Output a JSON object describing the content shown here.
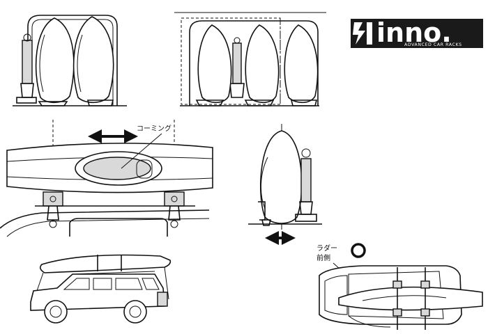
{
  "brand": {
    "name": "inno.",
    "tagline": "ADVANCED CAR RACKS"
  },
  "labels": {
    "coaming": "コーミング",
    "ladder": "ラダー",
    "front_side": "前側"
  },
  "colors": {
    "line": "#111111",
    "logo_bg": "#1a1a1a",
    "logo_text": "#ffffff"
  }
}
